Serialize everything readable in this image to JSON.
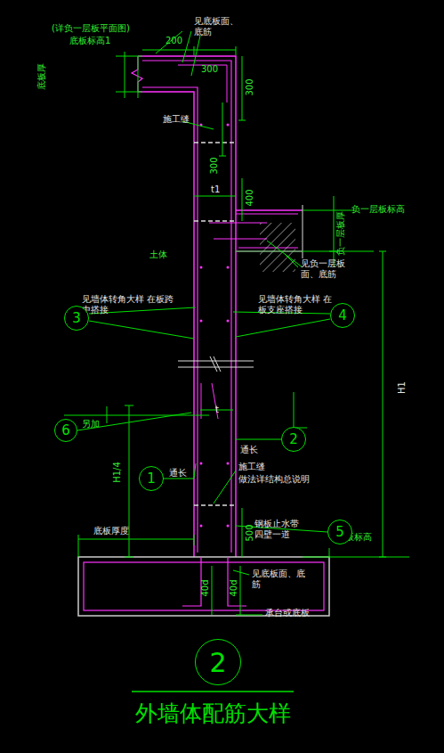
{
  "diagram": {
    "title": "外墙体配筋大样",
    "nodes": [
      {
        "text": [
          "3"
        ]
      },
      {
        "text": [
          "4"
        ]
      },
      {
        "text": [
          "6"
        ]
      },
      {
        "text": [
          "2"
        ]
      },
      {
        "text": [
          "1"
        ]
      },
      {
        "text": [
          "5"
        ]
      },
      {
        "text": [
          "2"
        ]
      }
    ],
    "labels": [
      "(详负一层板平面图)",
      "底板标高1",
      "见底板面、底筋",
      "底板厚",
      "200",
      "300",
      "300",
      "施工缝",
      "300",
      "t1",
      "400",
      "负一层板标高",
      "负一层板厚",
      "见负一层板 面、底筋",
      "土体",
      "见墙体转角大样 在板跨中搭接",
      "见墙体转角大样 在板支座搭接",
      "H1",
      "t",
      "另加",
      "通长",
      "H1/4",
      "通长",
      "施工缝",
      "做法详结构总说明",
      "500",
      "钢板止水带 四壁一道",
      "底板标高",
      "底板厚度",
      "40d",
      "40d",
      "见底板面、底筋",
      "承台或底板"
    ]
  }
}
